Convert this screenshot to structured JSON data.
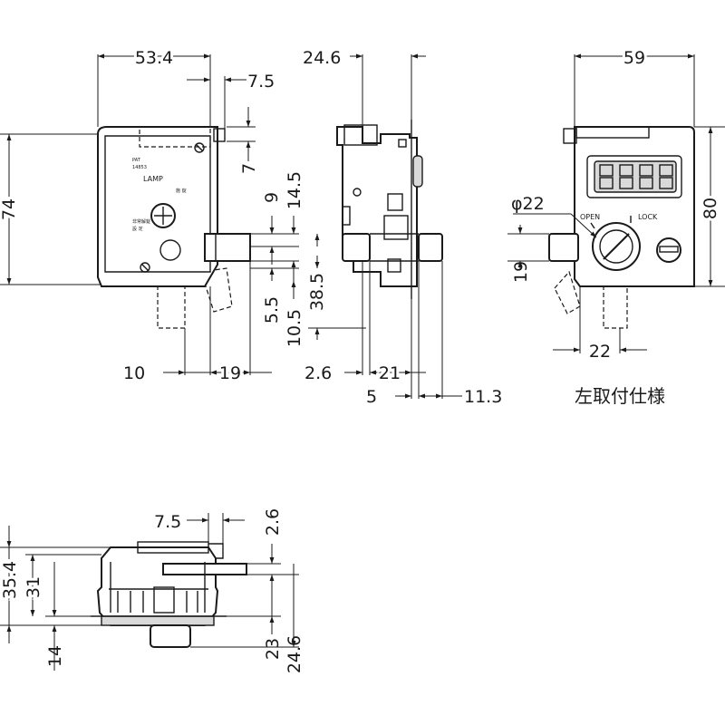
{
  "front_view": {
    "dims": {
      "width": "53.4",
      "bolt_offset": "7.5",
      "height": "74",
      "top_offset": "7",
      "d9": "9",
      "d14_5": "14.5",
      "d5_5": "5.5",
      "d38_5": "38.5",
      "d10_5": "10.5",
      "bottom_10": "10",
      "bottom_19": "19"
    },
    "body_labels": [
      "PAT",
      "14853",
      "LAMP",
      "施 錠",
      "非常解錠",
      "設 定"
    ]
  },
  "side_view": {
    "dims": {
      "top": "24.6",
      "d2_6": "2.6",
      "d21": "21",
      "d5": "5",
      "d11_3": "11.3"
    }
  },
  "left_view": {
    "dims": {
      "width": "59",
      "height": "80",
      "dia": "φ22",
      "d19": "19",
      "d22": "22"
    },
    "knob_labels": {
      "open": "OPEN",
      "lock": "LOCK"
    },
    "caption": "左取付仕様"
  },
  "bottom_view": {
    "dims": {
      "d7_5": "7.5",
      "d2_6": "2.6",
      "d35_4": "35.4",
      "d31": "31",
      "d14": "14",
      "d23": "23",
      "d24_6": "24.6"
    }
  }
}
